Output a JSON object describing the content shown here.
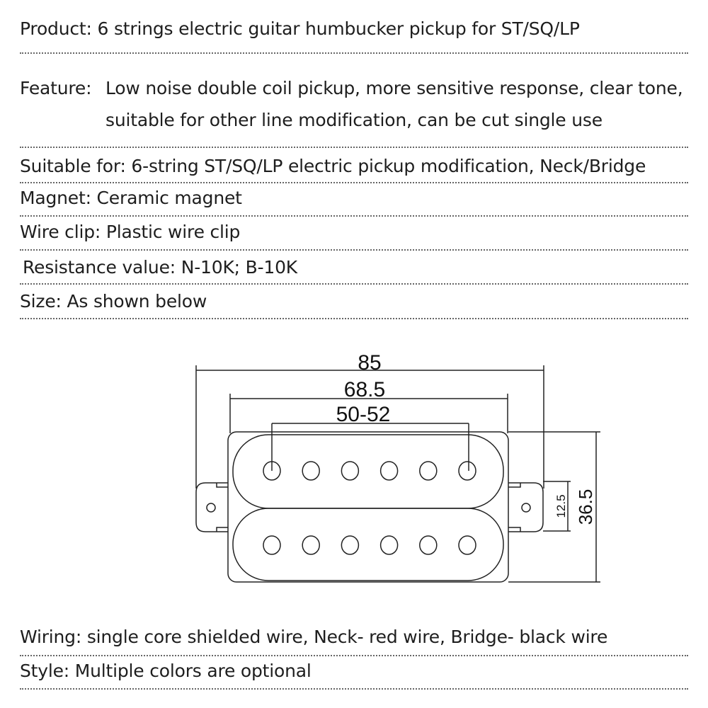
{
  "specs": {
    "product": "Product:  6 strings electric guitar humbucker pickup for ST/SQ/LP",
    "feature_label": "Feature:",
    "feature_line1": "Low noise double coil pickup, more sensitive response, clear tone,",
    "feature_line2": "suitable for other line modification, can be cut single use",
    "suitable": "Suitable for:   6-string ST/SQ/LP electric pickup modification, Neck/Bridge",
    "magnet": "Magnet: Ceramic magnet",
    "wire_clip": "Wire clip: Plastic wire clip",
    "resistance": "Resistance value: N-10K; B-10K",
    "size": "Size: As shown below",
    "wiring": "Wiring: single core shielded wire, Neck- red wire, Bridge- black wire",
    "style": "Style: Multiple colors are optional"
  },
  "diagram": {
    "overall_width": "85",
    "cover_width": "68.5",
    "pole_spacing": "50-52",
    "tab_height": "12.5",
    "cover_height": "36.5"
  }
}
